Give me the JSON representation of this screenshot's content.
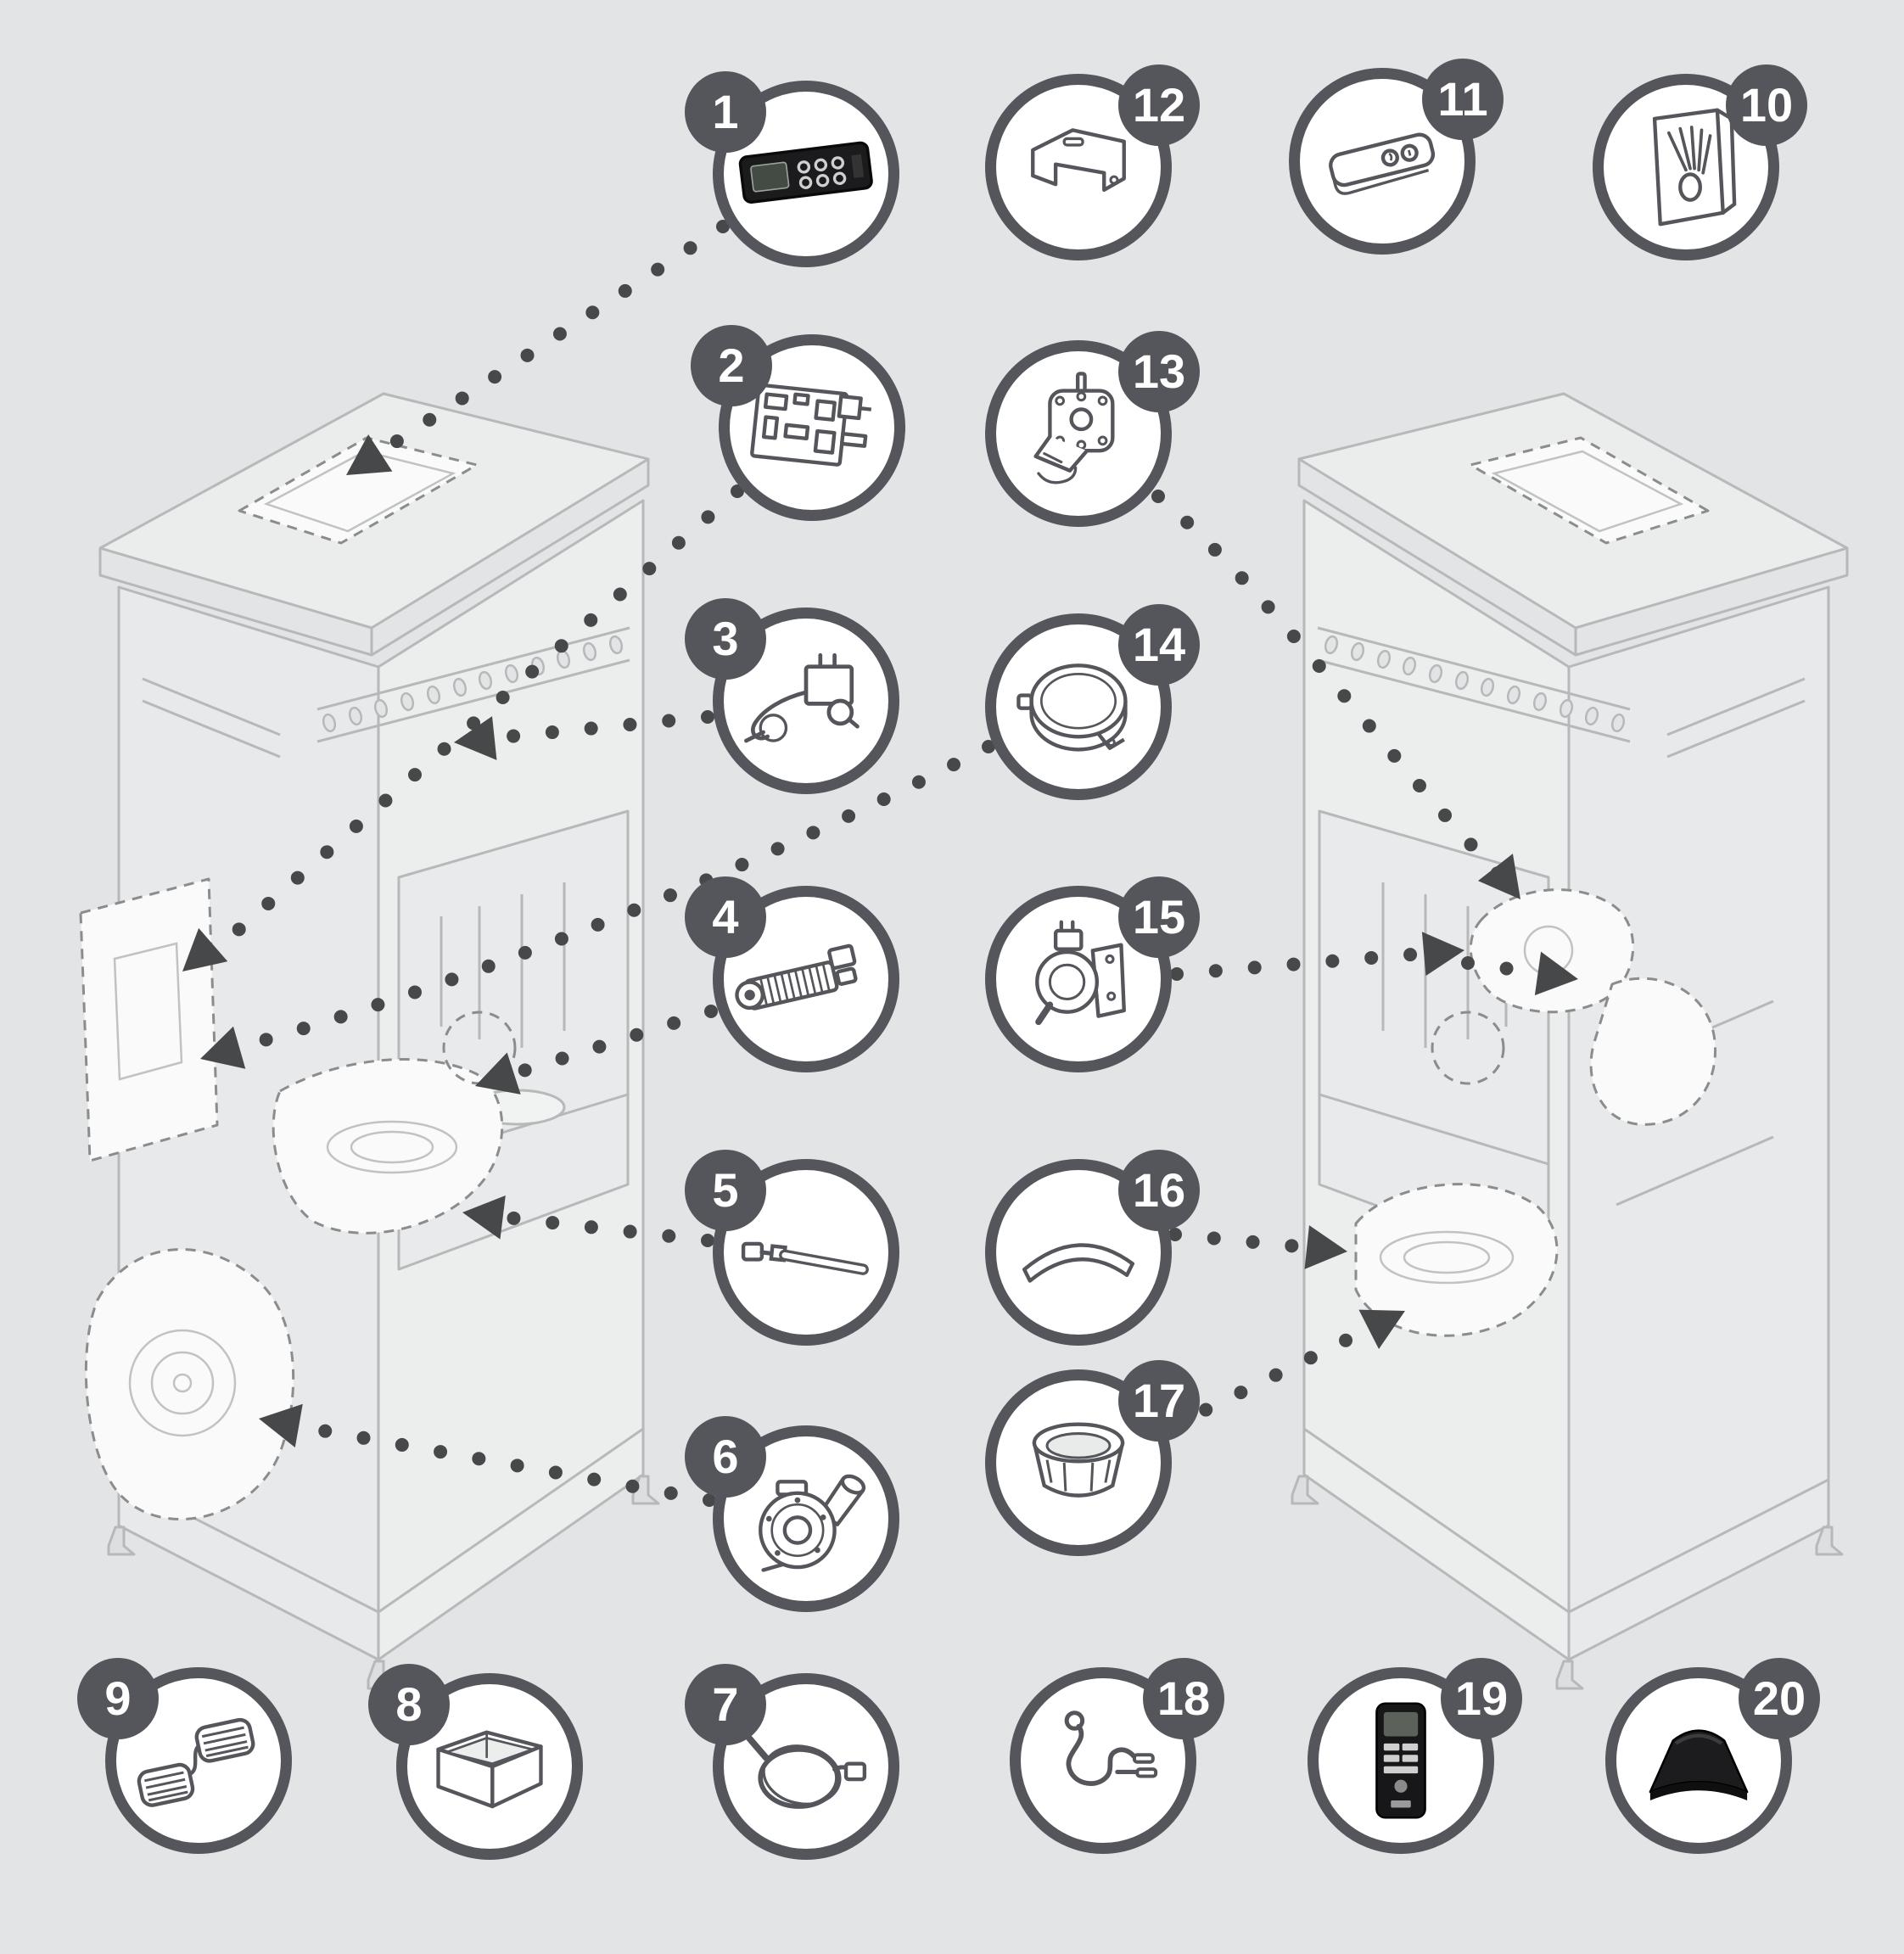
{
  "diagram": {
    "type": "exploded-parts-diagram",
    "subject": "pellet stove spare parts overview",
    "colors": {
      "background": "#e3e4e5",
      "circle_fill": "#ffffff",
      "circle_border": "#55565b",
      "badge_fill": "#55565b",
      "badge_text": "#ffffff",
      "connector_dots": "#47484a",
      "line_art": "#b6b8ba",
      "dashed_highlight": "#8a8c8e"
    },
    "parts": [
      {
        "number": "1",
        "icon": "control-panel-icon"
      },
      {
        "number": "2",
        "icon": "circuit-board-icon"
      },
      {
        "number": "3",
        "icon": "thermostat-icon"
      },
      {
        "number": "4",
        "icon": "tangential-fan-icon"
      },
      {
        "number": "5",
        "icon": "igniter-rod-icon"
      },
      {
        "number": "6",
        "icon": "smoke-extractor-fan-icon"
      },
      {
        "number": "7",
        "icon": "temperature-probe-cable-icon"
      },
      {
        "number": "8",
        "icon": "hopper-box-icon"
      },
      {
        "number": "9",
        "icon": "heating-element-grid-icon"
      },
      {
        "number": "10",
        "icon": "decorative-side-panel-icon"
      },
      {
        "number": "11",
        "icon": "white-remote-control-icon"
      },
      {
        "number": "12",
        "icon": "cover-bracket-icon"
      },
      {
        "number": "13",
        "icon": "auger-gear-motor-icon"
      },
      {
        "number": "14",
        "icon": "pressure-diaphragm-icon"
      },
      {
        "number": "15",
        "icon": "pressure-switch-icon"
      },
      {
        "number": "16",
        "icon": "glass-deflector-icon"
      },
      {
        "number": "17",
        "icon": "burn-pot-icon"
      },
      {
        "number": "18",
        "icon": "ignition-wire-icon"
      },
      {
        "number": "19",
        "icon": "black-remote-control-icon"
      },
      {
        "number": "20",
        "icon": "rubber-wedge-foot-icon"
      }
    ]
  }
}
